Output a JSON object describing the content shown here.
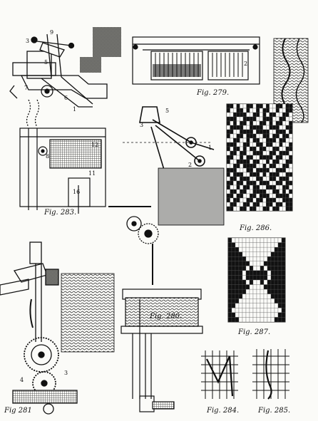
{
  "figures": [
    {
      "id": "279",
      "label": "Fig. 279."
    },
    {
      "id": "280",
      "label": "Fig. 280."
    },
    {
      "id": "281",
      "label": "Fig 281"
    },
    {
      "id": "283",
      "label": "Fig. 283."
    },
    {
      "id": "284",
      "label": "Fig. 284."
    },
    {
      "id": "285",
      "label": "Fig. 285."
    },
    {
      "id": "286",
      "label": "Fig. 286."
    },
    {
      "id": "287",
      "label": "Fig. 287."
    }
  ],
  "part_numbers": {
    "n1": "1",
    "n2": "2",
    "n3": "3",
    "n4": "4",
    "n5": "5",
    "n6": "6",
    "n7": "7",
    "n8": "8",
    "n9": "9",
    "n11": "11",
    "n12": "12",
    "n16": "16"
  },
  "pattern_286": [
    [
      1,
      1,
      0,
      1,
      0,
      0,
      1,
      1,
      0,
      1,
      1,
      0,
      1,
      0,
      0,
      1,
      1,
      0,
      1,
      1
    ],
    [
      1,
      0,
      0,
      1,
      1,
      0,
      1,
      0,
      0,
      1,
      0,
      1,
      1,
      0,
      0,
      1,
      0,
      0,
      1,
      1
    ],
    [
      0,
      0,
      1,
      1,
      1,
      1,
      0,
      0,
      1,
      1,
      0,
      1,
      0,
      1,
      1,
      0,
      0,
      1,
      1,
      0
    ],
    [
      1,
      1,
      1,
      0,
      0,
      1,
      1,
      1,
      1,
      0,
      0,
      1,
      1,
      1,
      0,
      0,
      1,
      1,
      0,
      0
    ],
    [
      1,
      0,
      1,
      0,
      1,
      1,
      0,
      1,
      0,
      0,
      1,
      1,
      0,
      1,
      0,
      1,
      1,
      0,
      0,
      1
    ],
    [
      0,
      1,
      1,
      1,
      1,
      0,
      0,
      1,
      1,
      1,
      1,
      0,
      0,
      1,
      1,
      1,
      0,
      0,
      1,
      1
    ],
    [
      1,
      1,
      0,
      0,
      1,
      1,
      1,
      1,
      0,
      1,
      1,
      1,
      1,
      0,
      0,
      1,
      1,
      1,
      0,
      1
    ],
    [
      1,
      0,
      0,
      1,
      1,
      0,
      1,
      1,
      1,
      0,
      0,
      1,
      1,
      0,
      1,
      1,
      0,
      1,
      1,
      0
    ],
    [
      0,
      0,
      1,
      1,
      0,
      0,
      1,
      0,
      1,
      1,
      0,
      0,
      1,
      1,
      1,
      0,
      1,
      1,
      0,
      0
    ],
    [
      1,
      1,
      1,
      0,
      0,
      1,
      1,
      0,
      0,
      1,
      1,
      0,
      1,
      1,
      0,
      0,
      1,
      0,
      0,
      1
    ],
    [
      1,
      0,
      1,
      1,
      0,
      1,
      0,
      1,
      1,
      0,
      1,
      1,
      0,
      0,
      1,
      1,
      0,
      0,
      1,
      1
    ],
    [
      0,
      1,
      1,
      0,
      1,
      1,
      0,
      0,
      1,
      1,
      1,
      0,
      0,
      1,
      1,
      0,
      1,
      1,
      1,
      0
    ],
    [
      1,
      1,
      0,
      0,
      1,
      0,
      1,
      1,
      0,
      0,
      1,
      1,
      1,
      1,
      0,
      1,
      1,
      0,
      0,
      1
    ],
    [
      1,
      0,
      0,
      1,
      1,
      1,
      1,
      0,
      1,
      1,
      0,
      0,
      1,
      0,
      1,
      1,
      0,
      0,
      1,
      1
    ],
    [
      0,
      0,
      1,
      1,
      0,
      1,
      1,
      1,
      1,
      0,
      0,
      1,
      0,
      1,
      1,
      0,
      0,
      1,
      1,
      0
    ],
    [
      1,
      1,
      1,
      0,
      0,
      0,
      1,
      1,
      0,
      1,
      1,
      1,
      1,
      0,
      0,
      1,
      1,
      1,
      0,
      0
    ],
    [
      1,
      0,
      1,
      1,
      1,
      0,
      0,
      1,
      1,
      1,
      0,
      1,
      0,
      1,
      1,
      1,
      0,
      0,
      1,
      1
    ],
    [
      0,
      1,
      1,
      0,
      1,
      1,
      1,
      0,
      0,
      1,
      1,
      0,
      0,
      1,
      1,
      0,
      1,
      1,
      1,
      0
    ],
    [
      1,
      1,
      0,
      1,
      1,
      0,
      1,
      1,
      1,
      0,
      1,
      1,
      1,
      0,
      0,
      1,
      1,
      0,
      1,
      1
    ],
    [
      1,
      0,
      0,
      1,
      0,
      1,
      1,
      0,
      1,
      1,
      0,
      0,
      1,
      1,
      1,
      0,
      0,
      1,
      1,
      0
    ],
    [
      0,
      1,
      1,
      0,
      1,
      1,
      0,
      0,
      1,
      1,
      1,
      1,
      0,
      0,
      1,
      1,
      0,
      1,
      0,
      1
    ],
    [
      1,
      1,
      0,
      1,
      1,
      0,
      0,
      1,
      1,
      0,
      1,
      1,
      1,
      0,
      0,
      1,
      1,
      1,
      1,
      0
    ],
    [
      1,
      0,
      1,
      1,
      0,
      0,
      1,
      1,
      0,
      1,
      1,
      0,
      1,
      1,
      1,
      0,
      0,
      1,
      1,
      1
    ],
    [
      0,
      1,
      1,
      0,
      0,
      1,
      1,
      0,
      1,
      1,
      0,
      0,
      1,
      1,
      0,
      1,
      1,
      0,
      1,
      1
    ],
    [
      1,
      1,
      0,
      0,
      1,
      1,
      0,
      1,
      1,
      0,
      0,
      1,
      1,
      0,
      1,
      1,
      0,
      0,
      1,
      1
    ]
  ],
  "pattern_287": [
    [
      1,
      0,
      0,
      0,
      0,
      0,
      0,
      0,
      0,
      0,
      0,
      0,
      0,
      0,
      0,
      1
    ],
    [
      1,
      1,
      0,
      0,
      0,
      0,
      0,
      0,
      0,
      0,
      0,
      0,
      0,
      0,
      1,
      1
    ],
    [
      1,
      1,
      1,
      0,
      0,
      0,
      0,
      0,
      0,
      0,
      0,
      0,
      0,
      1,
      1,
      1
    ],
    [
      1,
      1,
      1,
      1,
      0,
      0,
      0,
      0,
      0,
      0,
      0,
      0,
      1,
      1,
      1,
      1
    ],
    [
      1,
      1,
      1,
      1,
      1,
      0,
      0,
      0,
      0,
      0,
      0,
      1,
      1,
      1,
      1,
      1
    ],
    [
      1,
      1,
      1,
      1,
      1,
      1,
      0,
      0,
      0,
      0,
      1,
      1,
      1,
      1,
      1,
      1
    ],
    [
      1,
      1,
      1,
      1,
      1,
      0,
      1,
      0,
      0,
      1,
      0,
      1,
      1,
      1,
      1,
      1
    ],
    [
      1,
      1,
      1,
      1,
      0,
      1,
      1,
      1,
      1,
      1,
      1,
      0,
      1,
      1,
      1,
      1
    ],
    [
      1,
      1,
      1,
      1,
      0,
      1,
      1,
      1,
      1,
      1,
      1,
      0,
      1,
      1,
      1,
      1
    ],
    [
      1,
      1,
      1,
      1,
      1,
      0,
      1,
      0,
      0,
      1,
      0,
      1,
      1,
      1,
      1,
      1
    ],
    [
      1,
      1,
      1,
      1,
      1,
      1,
      0,
      0,
      0,
      0,
      1,
      1,
      1,
      1,
      1,
      1
    ],
    [
      1,
      1,
      1,
      1,
      1,
      0,
      0,
      0,
      0,
      0,
      0,
      1,
      1,
      1,
      1,
      1
    ],
    [
      1,
      1,
      1,
      1,
      0,
      0,
      0,
      0,
      0,
      0,
      0,
      0,
      1,
      1,
      1,
      1
    ],
    [
      1,
      1,
      1,
      0,
      0,
      0,
      0,
      0,
      0,
      0,
      0,
      0,
      0,
      1,
      1,
      1
    ],
    [
      1,
      1,
      0,
      0,
      0,
      0,
      0,
      0,
      0,
      0,
      0,
      0,
      0,
      0,
      1,
      1
    ],
    [
      1,
      0,
      0,
      0,
      0,
      0,
      0,
      0,
      0,
      0,
      0,
      0,
      0,
      0,
      0,
      1
    ],
    [
      1,
      1,
      0,
      0,
      0,
      0,
      0,
      0,
      0,
      0,
      0,
      0,
      0,
      0,
      1,
      1
    ],
    [
      1,
      1,
      1,
      0,
      0,
      0,
      0,
      0,
      0,
      0,
      0,
      0,
      0,
      1,
      1,
      1
    ]
  ]
}
